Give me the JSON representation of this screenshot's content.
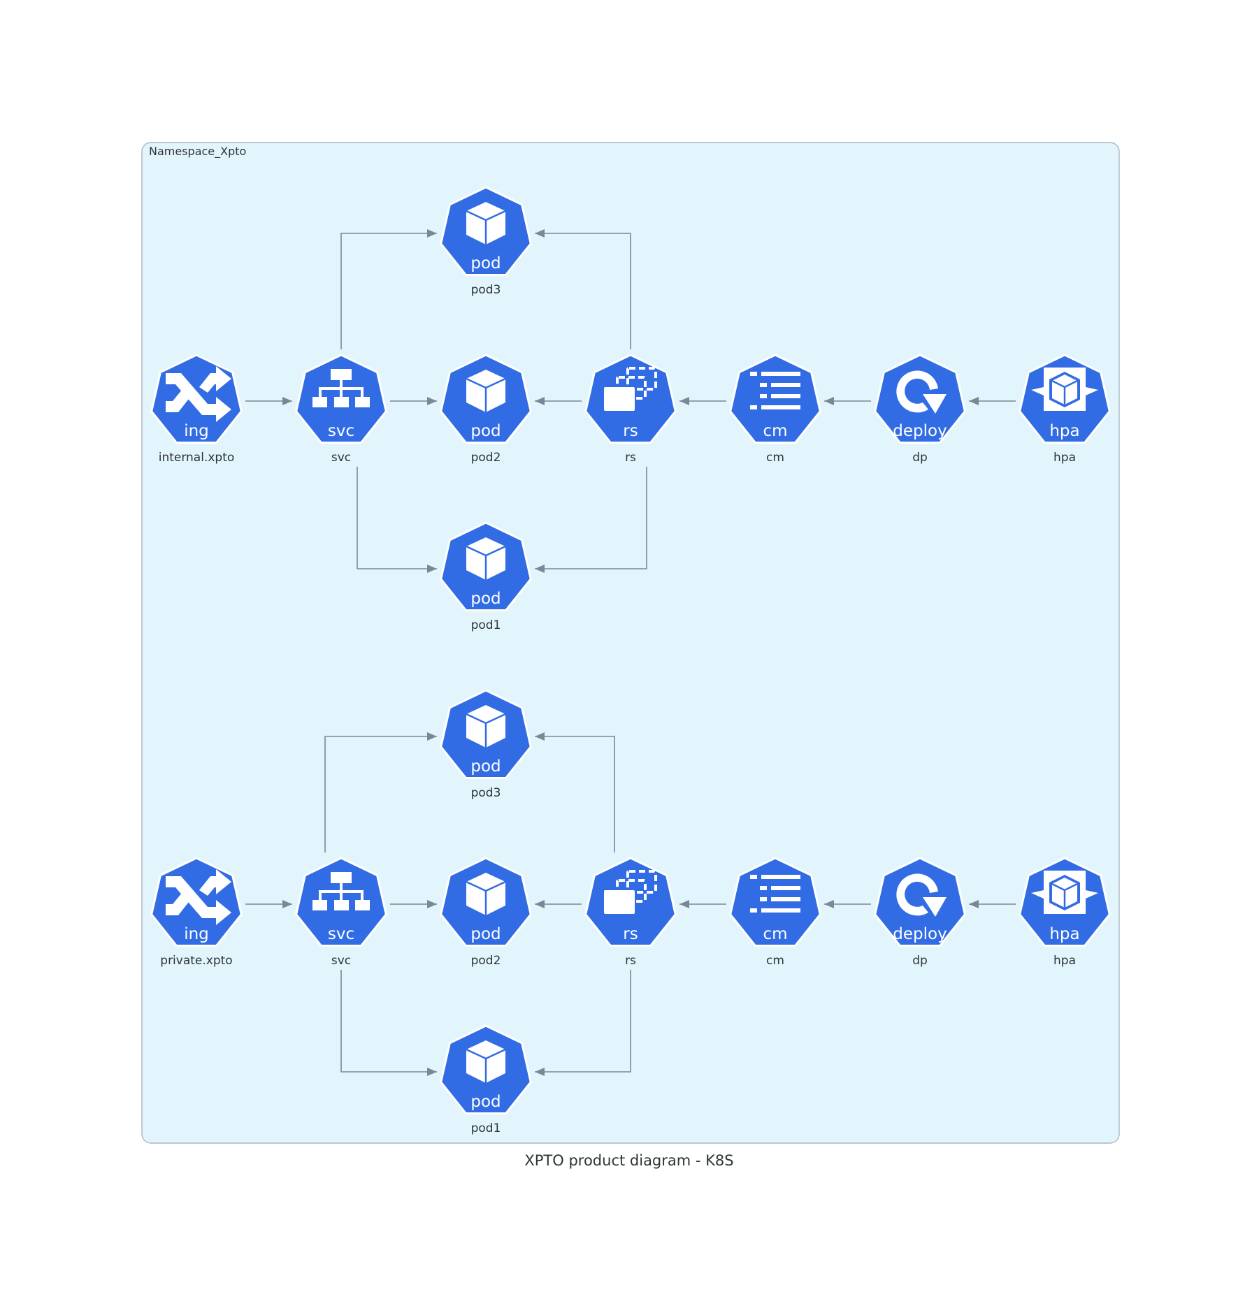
{
  "diagram": {
    "title": "XPTO product diagram - K8S",
    "cluster": {
      "label": "Namespace_Xpto"
    },
    "colors": {
      "node_fill": "#326ce5",
      "cluster_fill": "#e3f5fc",
      "cluster_border": "#a9b6c2",
      "edge": "#7b8894",
      "text": "#2d3436"
    },
    "groups": [
      {
        "id": "internal",
        "nodes": [
          {
            "id": "ing",
            "kind": "ing",
            "icon": "ingress-shuffle-icon",
            "label": "internal.xpto"
          },
          {
            "id": "svc",
            "kind": "svc",
            "icon": "service-hierarchy-icon",
            "label": "svc"
          },
          {
            "id": "pod3",
            "kind": "pod",
            "icon": "pod-cube-icon",
            "label": "pod3"
          },
          {
            "id": "pod2",
            "kind": "pod",
            "icon": "pod-cube-icon",
            "label": "pod2"
          },
          {
            "id": "pod1",
            "kind": "pod",
            "icon": "pod-cube-icon",
            "label": "pod1"
          },
          {
            "id": "rs",
            "kind": "rs",
            "icon": "replicaset-stack-icon",
            "label": "rs"
          },
          {
            "id": "cm",
            "kind": "cm",
            "icon": "configmap-list-icon",
            "label": "cm"
          },
          {
            "id": "dp",
            "kind": "deploy",
            "icon": "deployment-rotate-icon",
            "label": "dp"
          },
          {
            "id": "hpa",
            "kind": "hpa",
            "icon": "autoscaler-expand-icon",
            "label": "hpa"
          }
        ],
        "edges": [
          {
            "from": "ing",
            "to": "svc"
          },
          {
            "from": "svc",
            "to": "pod1"
          },
          {
            "from": "svc",
            "to": "pod2"
          },
          {
            "from": "svc",
            "to": "pod3"
          },
          {
            "from": "rs",
            "to": "pod1"
          },
          {
            "from": "rs",
            "to": "pod2"
          },
          {
            "from": "rs",
            "to": "pod3"
          },
          {
            "from": "cm",
            "to": "rs"
          },
          {
            "from": "dp",
            "to": "cm"
          },
          {
            "from": "hpa",
            "to": "dp"
          }
        ]
      },
      {
        "id": "private",
        "nodes": [
          {
            "id": "ing",
            "kind": "ing",
            "icon": "ingress-shuffle-icon",
            "label": "private.xpto"
          },
          {
            "id": "svc",
            "kind": "svc",
            "icon": "service-hierarchy-icon",
            "label": "svc"
          },
          {
            "id": "pod3",
            "kind": "pod",
            "icon": "pod-cube-icon",
            "label": "pod3"
          },
          {
            "id": "pod2",
            "kind": "pod",
            "icon": "pod-cube-icon",
            "label": "pod2"
          },
          {
            "id": "pod1",
            "kind": "pod",
            "icon": "pod-cube-icon",
            "label": "pod1"
          },
          {
            "id": "rs",
            "kind": "rs",
            "icon": "replicaset-stack-icon",
            "label": "rs"
          },
          {
            "id": "cm",
            "kind": "cm",
            "icon": "configmap-list-icon",
            "label": "cm"
          },
          {
            "id": "dp",
            "kind": "deploy",
            "icon": "deployment-rotate-icon",
            "label": "dp"
          },
          {
            "id": "hpa",
            "kind": "hpa",
            "icon": "autoscaler-expand-icon",
            "label": "hpa"
          }
        ],
        "edges": [
          {
            "from": "ing",
            "to": "svc"
          },
          {
            "from": "svc",
            "to": "pod1"
          },
          {
            "from": "svc",
            "to": "pod2"
          },
          {
            "from": "svc",
            "to": "pod3"
          },
          {
            "from": "rs",
            "to": "pod1"
          },
          {
            "from": "rs",
            "to": "pod2"
          },
          {
            "from": "rs",
            "to": "pod3"
          },
          {
            "from": "cm",
            "to": "rs"
          },
          {
            "from": "dp",
            "to": "cm"
          },
          {
            "from": "hpa",
            "to": "dp"
          }
        ]
      }
    ]
  }
}
